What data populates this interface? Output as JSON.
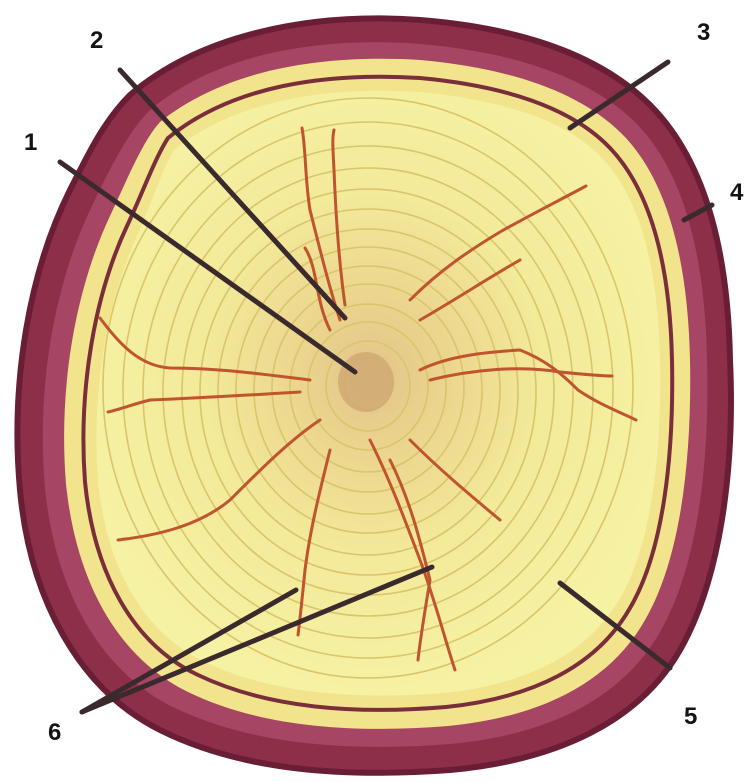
{
  "diagram": {
    "labels": [
      "1",
      "2",
      "3",
      "4",
      "5",
      "6"
    ]
  },
  "colors": {
    "bark": "#8e2f4a",
    "bark_dark": "#6a1e36",
    "bark_light": "#b04a68",
    "wood": "#f4ef9a",
    "wood_core": "#e6c98a",
    "ring": "#d9c66e",
    "ray": "#c0542e",
    "pointer": "#3a2a2e"
  }
}
